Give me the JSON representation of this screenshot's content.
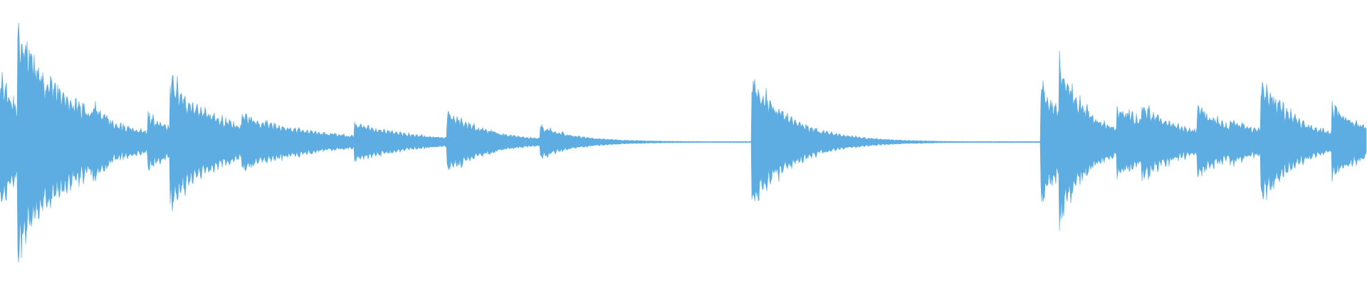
{
  "waveform": {
    "color": "#5dade2",
    "background": "#ffffff",
    "onsets": [
      {
        "time": 0.0,
        "peak": 0.42,
        "decay": 0.02,
        "ring": 0.08
      },
      {
        "time": 0.013,
        "peak": 0.85,
        "decay": 0.035,
        "ring": 0.08
      },
      {
        "time": 0.055,
        "peak": 0.3,
        "decay": 0.03,
        "ring": 0.04
      },
      {
        "time": 0.068,
        "peak": 0.3,
        "decay": 0.02,
        "ring": 0.03
      },
      {
        "time": 0.108,
        "peak": 0.2,
        "decay": 0.02,
        "ring": 0.03
      },
      {
        "time": 0.124,
        "peak": 0.48,
        "decay": 0.035,
        "ring": 0.04
      },
      {
        "time": 0.177,
        "peak": 0.21,
        "decay": 0.05,
        "ring": 0.02
      },
      {
        "time": 0.259,
        "peak": 0.15,
        "decay": 0.04,
        "ring": 0.012
      },
      {
        "time": 0.327,
        "peak": 0.23,
        "decay": 0.03,
        "ring": 0.014
      },
      {
        "time": 0.395,
        "peak": 0.13,
        "decay": 0.025,
        "ring": 0.008
      },
      {
        "time": 0.55,
        "peak": 0.5,
        "decay": 0.03,
        "ring": 0.006
      },
      {
        "time": 0.761,
        "peak": 0.45,
        "decay": 0.018,
        "ring": 0.06
      },
      {
        "time": 0.775,
        "peak": 0.6,
        "decay": 0.02,
        "ring": 0.06
      },
      {
        "time": 0.79,
        "peak": 0.22,
        "decay": 0.02,
        "ring": 0.05
      },
      {
        "time": 0.817,
        "peak": 0.25,
        "decay": 0.03,
        "ring": 0.05
      },
      {
        "time": 0.835,
        "peak": 0.25,
        "decay": 0.03,
        "ring": 0.05
      },
      {
        "time": 0.876,
        "peak": 0.24,
        "decay": 0.03,
        "ring": 0.04
      },
      {
        "time": 0.9,
        "peak": 0.15,
        "decay": 0.03,
        "ring": 0.04
      },
      {
        "time": 0.922,
        "peak": 0.48,
        "decay": 0.025,
        "ring": 0.03
      },
      {
        "time": 0.974,
        "peak": 0.28,
        "decay": 0.025,
        "ring": 0.035
      }
    ]
  }
}
